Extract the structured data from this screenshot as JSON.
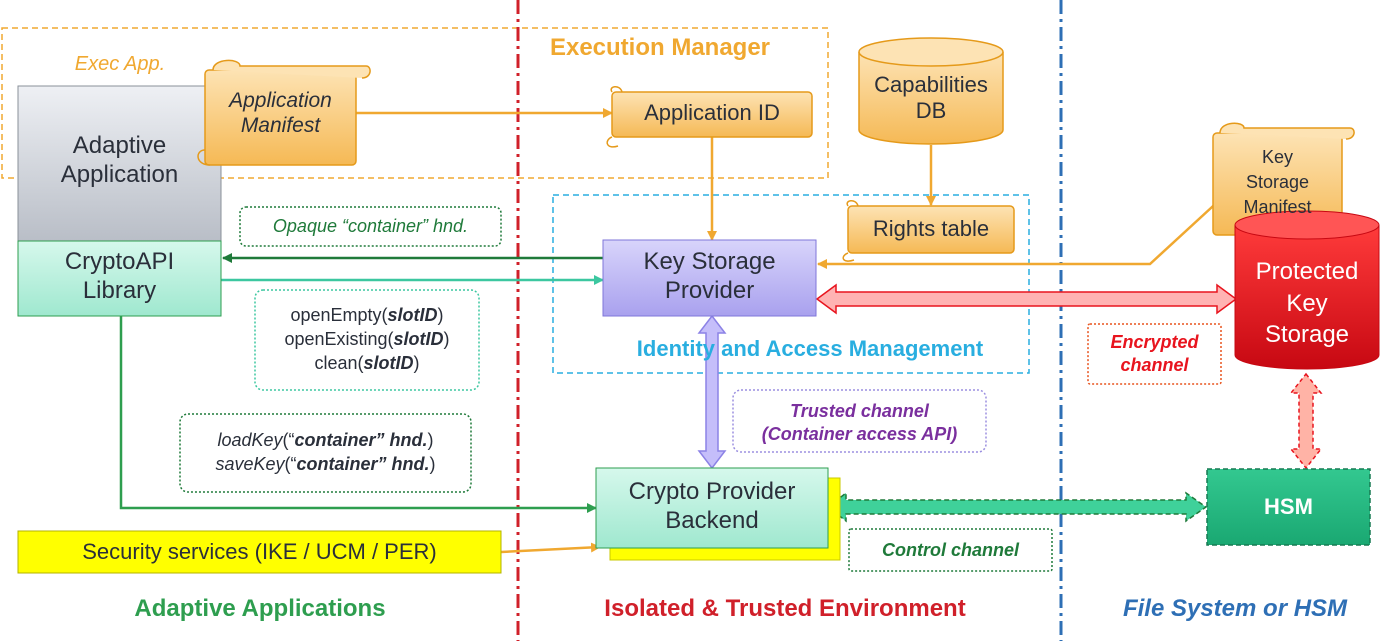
{
  "colors": {
    "orange": "#f0a830",
    "dark_orange": "#e59a1a",
    "green": "#2e9e4f",
    "dark_green": "#1f7a3a",
    "red_divider": "#d0202a",
    "blue_divider": "#2e6fb5",
    "lavender": "#b9b2f2",
    "mint": "#b9f0dd",
    "hsm_green": "#26b885",
    "key_storage_red": "#e8141e",
    "yellow": "#ffff00",
    "cyan": "#29aee0",
    "purple": "#7a2f9e"
  },
  "regions": {
    "exec_app": "Exec App.",
    "execution_manager": "Execution Manager",
    "iam": "Identity and Access Management"
  },
  "nodes": {
    "adaptive_application": [
      "Adaptive",
      "Application"
    ],
    "cryptoapi_library": [
      "CryptoAPI",
      "Library"
    ],
    "application_manifest": [
      "Application",
      "Manifest"
    ],
    "application_id": "Application ID",
    "capabilities_db": [
      "Capabilities",
      "DB"
    ],
    "rights_table": "Rights table",
    "key_storage_provider": [
      "Key Storage",
      "Provider"
    ],
    "key_storage_manifest": [
      "Key",
      "Storage",
      "Manifest"
    ],
    "protected_key_storage": [
      "Protected",
      "Key",
      "Storage"
    ],
    "crypto_provider_backend": [
      "Crypto Provider",
      "Backend"
    ],
    "hsm": "HSM",
    "security_services": "Security services (IKE / UCM / PER)"
  },
  "callouts": {
    "opaque_handle": "Opaque “container” hnd.",
    "open_calls": {
      "open_empty_fn": "openEmpty(",
      "open_existing_fn": "openExisting(",
      "clean_fn": "clean(",
      "slot_arg": "slotID",
      "close_paren": ")"
    },
    "key_calls": {
      "load_fn": "loadKey",
      "save_fn": "saveKey",
      "open_quote": "(“",
      "arg": "container” hnd.",
      "close_paren": ")"
    },
    "trusted_channel": [
      "Trusted channel",
      "(Container access API)"
    ],
    "encrypted_channel": [
      "Encrypted",
      "channel"
    ],
    "control_channel": "Control channel"
  },
  "footer": {
    "adaptive_applications": "Adaptive Applications",
    "isolated_env": "Isolated & Trusted Environment",
    "file_system": "File System or HSM"
  }
}
